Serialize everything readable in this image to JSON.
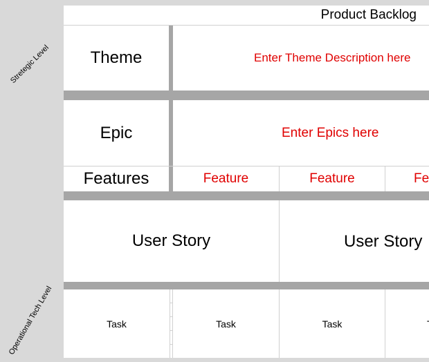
{
  "side_labels": {
    "strategic": "Stretegic Level",
    "operational": "Operational Tech Level"
  },
  "header": {
    "title": "Product Backlog"
  },
  "rows": {
    "theme": {
      "label": "Theme",
      "placeholder": "Enter Theme Description here"
    },
    "epic": {
      "label": "Epic",
      "placeholder": "Enter Epics here"
    },
    "features": {
      "label": "Features",
      "cells": [
        "Feature",
        "Feature",
        "Fe"
      ]
    },
    "user_story": {
      "cells": [
        "User Story",
        "User Story"
      ]
    },
    "task": {
      "cells": [
        "Task",
        "Task",
        "Task",
        "T"
      ]
    }
  },
  "colors": {
    "accent_red": "#e00000",
    "divider_gray": "#a6a6a6",
    "sidebar_gray": "#d9d9d9"
  }
}
